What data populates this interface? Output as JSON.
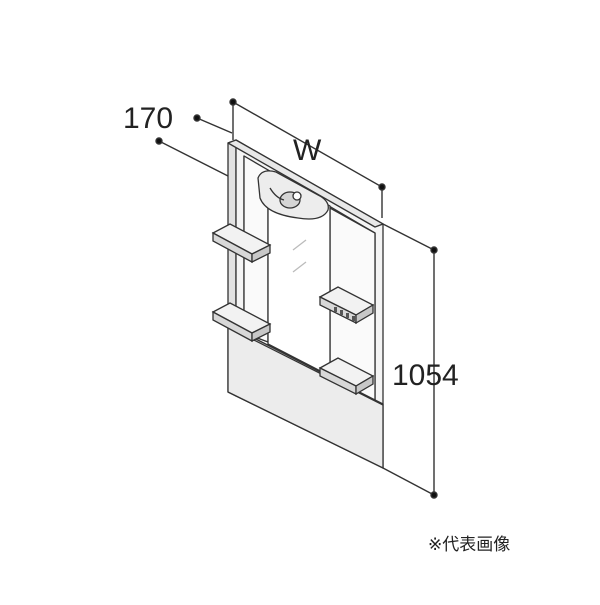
{
  "dimensions": {
    "depth_label": "170",
    "width_label": "W",
    "height_label": "1054"
  },
  "note": "※代表画像",
  "colors": {
    "line": "#333333",
    "panel": "#f7f7f7",
    "mirror": "#ffffff",
    "shade": "#d9d9d9"
  }
}
